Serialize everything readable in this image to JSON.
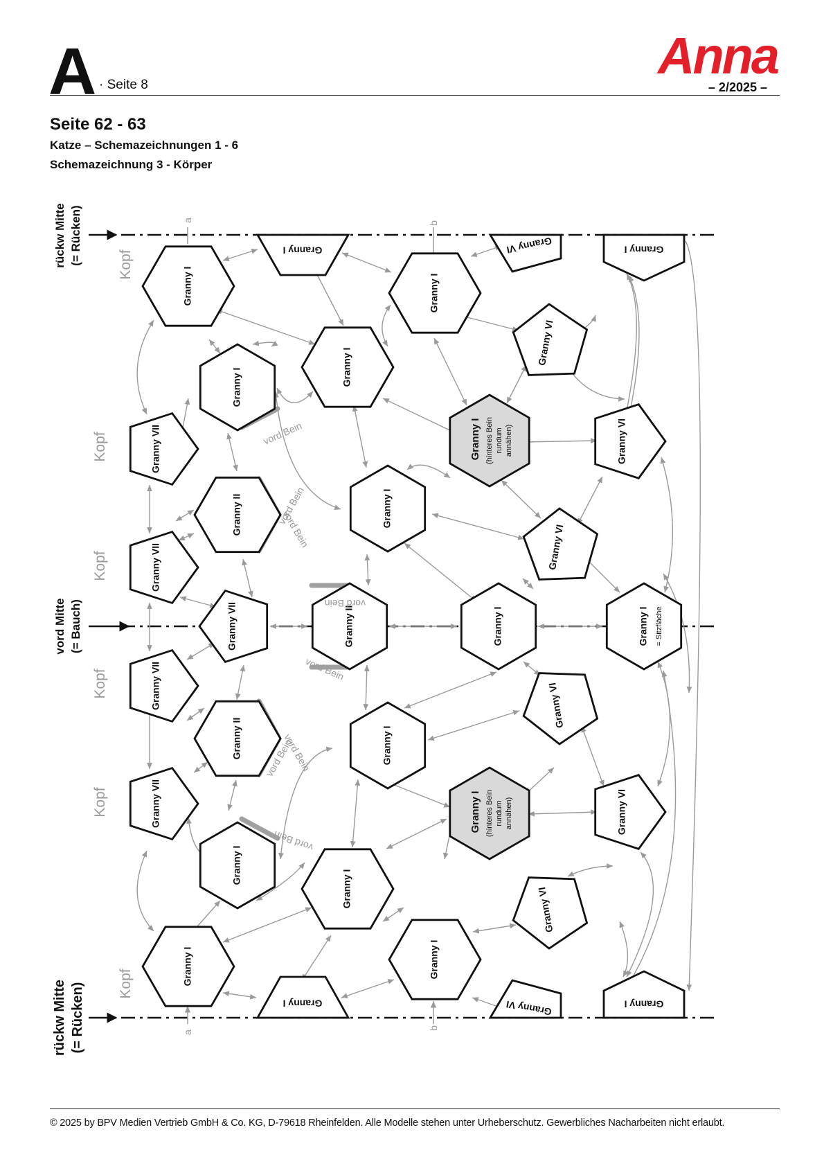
{
  "header": {
    "logo_letter": "A",
    "page_label": "· Seite 8",
    "brand": "Anna",
    "issue": "– 2/2025 –"
  },
  "heading": {
    "title": "Seite 62 - 63",
    "line1": "Katze – Schemazeichnungen 1 - 6",
    "line2": "Schemazeichnung 3 - Körper"
  },
  "diagram": {
    "back_label_1": "rückw Mitte",
    "back_label_2": "(= Rücken)",
    "belly_label_1": "vord Mitte",
    "belly_label_2": "(= Bauch)",
    "kopf": "Kopf",
    "mark_a": "a",
    "mark_b": "b",
    "g1": "Granny I",
    "g2": "Granny II",
    "g6": "Granny VI",
    "g7": "Granny VII",
    "hind_1": "(hinteres Bein",
    "hind_2": "rundum",
    "hind_3": "annähen)",
    "front_leg": "vord Bein",
    "seat": "= Sitzfläche",
    "accent_color": "#e3202a",
    "highlight_fill": "#d9d9d9"
  },
  "footer": "© 2025 by BPV Medien Vertrieb GmbH & Co. KG, D-79618 Rheinfelden. Alle Modelle stehen unter Urheberschutz. Gewerbliches Nacharbeiten nicht erlaubt."
}
